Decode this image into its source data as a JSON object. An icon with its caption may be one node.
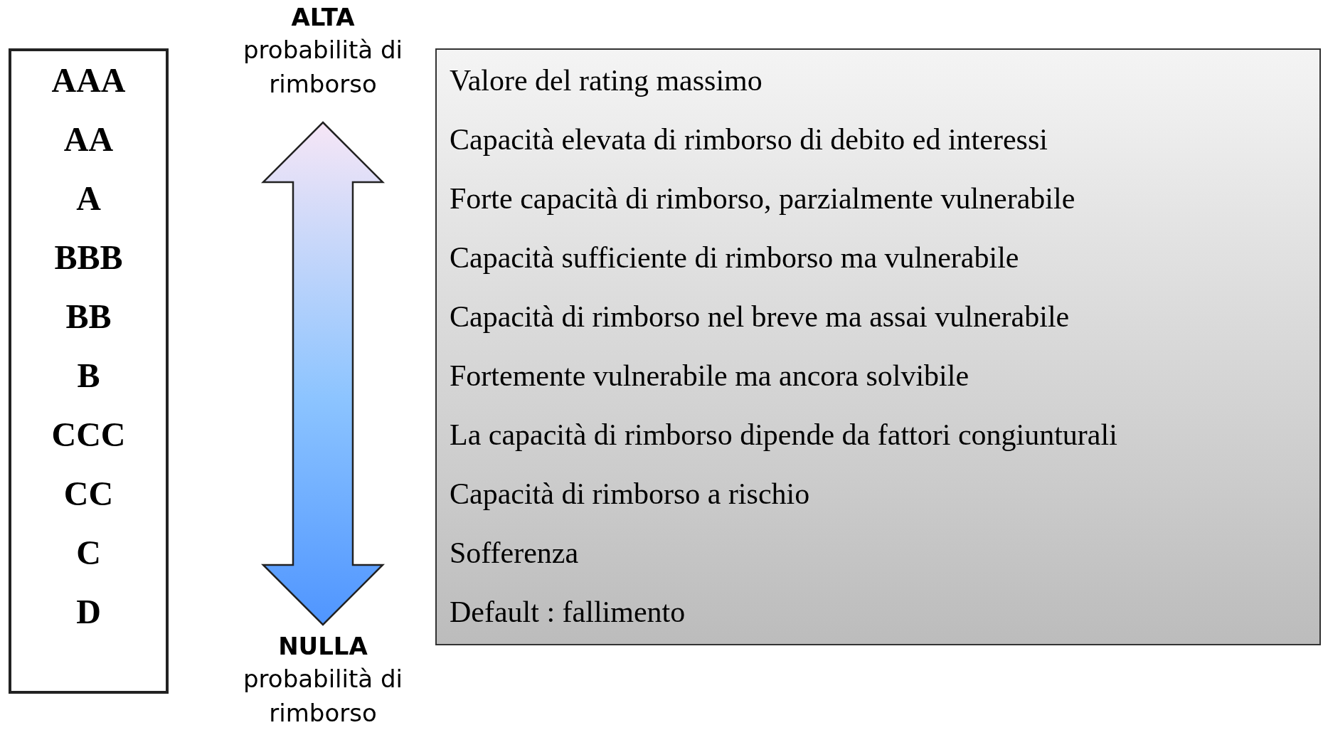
{
  "diagram": {
    "nodes": [
      {
        "text": [
          "AAA",
          "AA",
          "A",
          "BBB",
          "BB",
          "B",
          "CCC",
          "CC",
          "C",
          "D"
        ]
      },
      {
        "text": [
          "Valore del rating massimo",
          "Capacità elevata di rimborso di debito ed interessi",
          "Forte capacità di rimborso, parzialmente vulnerabile",
          "Capacità sufficiente di rimborso ma vulnerabile",
          "Capacità di rimborso nel breve ma assai vulnerabile",
          "Fortemente vulnerabile ma ancora solvibile",
          "La capacità di rimborso dipende da fattori congiunturali",
          "Capacità di rimborso a rischio",
          "Sofferenza",
          "Default : fallimento"
        ]
      },
      {
        "text": [
          "ALTA",
          "probabilità di rimborso"
        ]
      },
      {
        "text": [
          "NULLA",
          "probabilità di rimborso"
        ]
      }
    ],
    "edges": [
      {
        "from": 2,
        "to": 3,
        "arrow": "both",
        "style": "thick"
      }
    ]
  }
}
